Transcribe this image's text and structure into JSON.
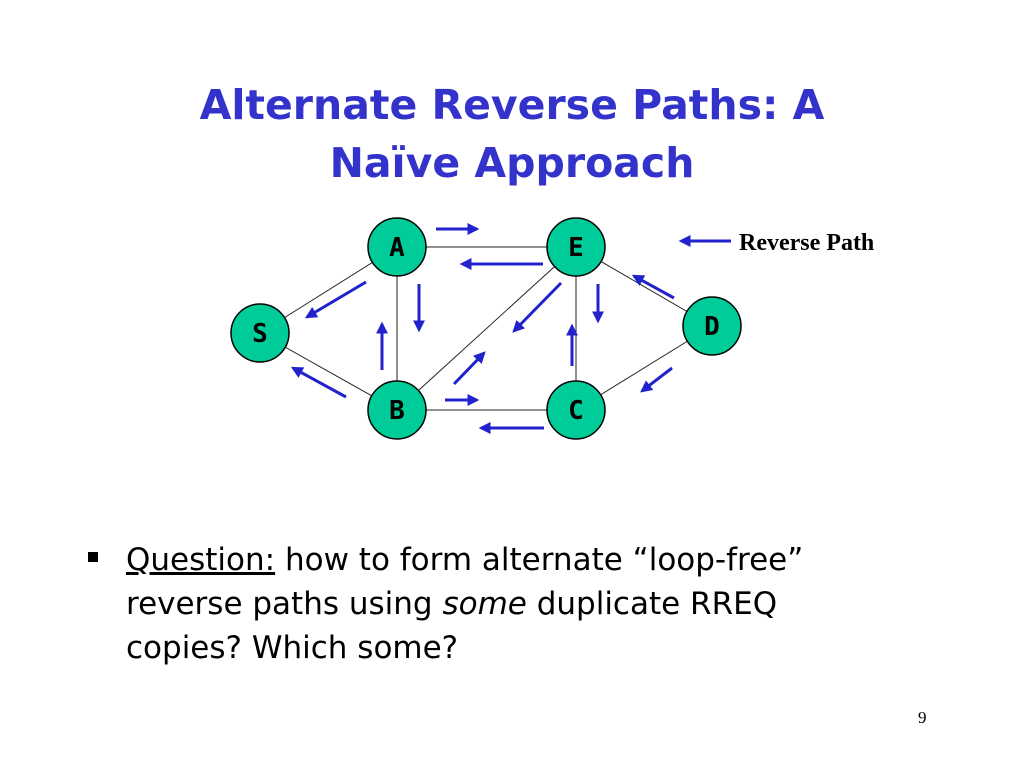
{
  "slide": {
    "title_line1": "Alternate Reverse Paths: A",
    "title_line2": "Naïve Approach",
    "page_number": "9"
  },
  "diagram": {
    "nodes": [
      {
        "id": "A",
        "label": "A"
      },
      {
        "id": "E",
        "label": "E"
      },
      {
        "id": "S",
        "label": "S"
      },
      {
        "id": "D",
        "label": "D"
      },
      {
        "id": "B",
        "label": "B"
      },
      {
        "id": "C",
        "label": "C"
      }
    ],
    "edges": [
      [
        "A",
        "E"
      ],
      [
        "A",
        "S"
      ],
      [
        "A",
        "B"
      ],
      [
        "S",
        "B"
      ],
      [
        "B",
        "E"
      ],
      [
        "B",
        "C"
      ],
      [
        "E",
        "C"
      ],
      [
        "E",
        "D"
      ],
      [
        "C",
        "D"
      ]
    ],
    "legend": {
      "label": "Reverse Path"
    },
    "colors": {
      "node": "#00cc99",
      "arrow": "#2222cc",
      "title": "#3333cc"
    }
  },
  "bullet": {
    "question_label": "Question:",
    "text_part1": " how to form alternate “loop-free” reverse paths using ",
    "emphasis": "some",
    "text_part2": " duplicate RREQ copies? Which some?"
  }
}
